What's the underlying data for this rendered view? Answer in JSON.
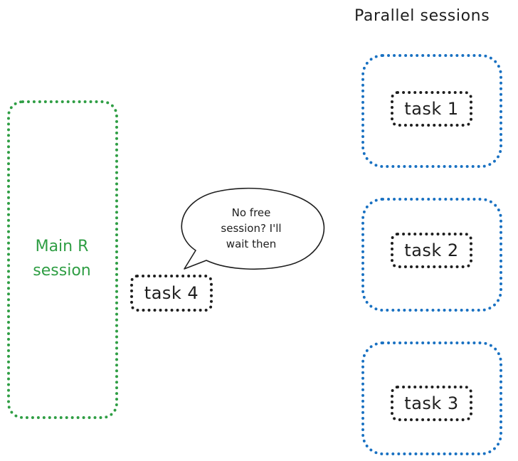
{
  "title": "Parallel sessions",
  "main_session": {
    "label_lines": [
      "Main R",
      "session"
    ],
    "color": "#2f9e44"
  },
  "parallel_sessions": {
    "color": "#1971c2",
    "tasks": [
      "task 1",
      "task 2",
      "task 3"
    ]
  },
  "waiting_task": {
    "label": "task 4",
    "color": "#1e1e1e"
  },
  "speech_bubble": {
    "lines": [
      "No free",
      "session? I'll",
      "wait then"
    ]
  }
}
